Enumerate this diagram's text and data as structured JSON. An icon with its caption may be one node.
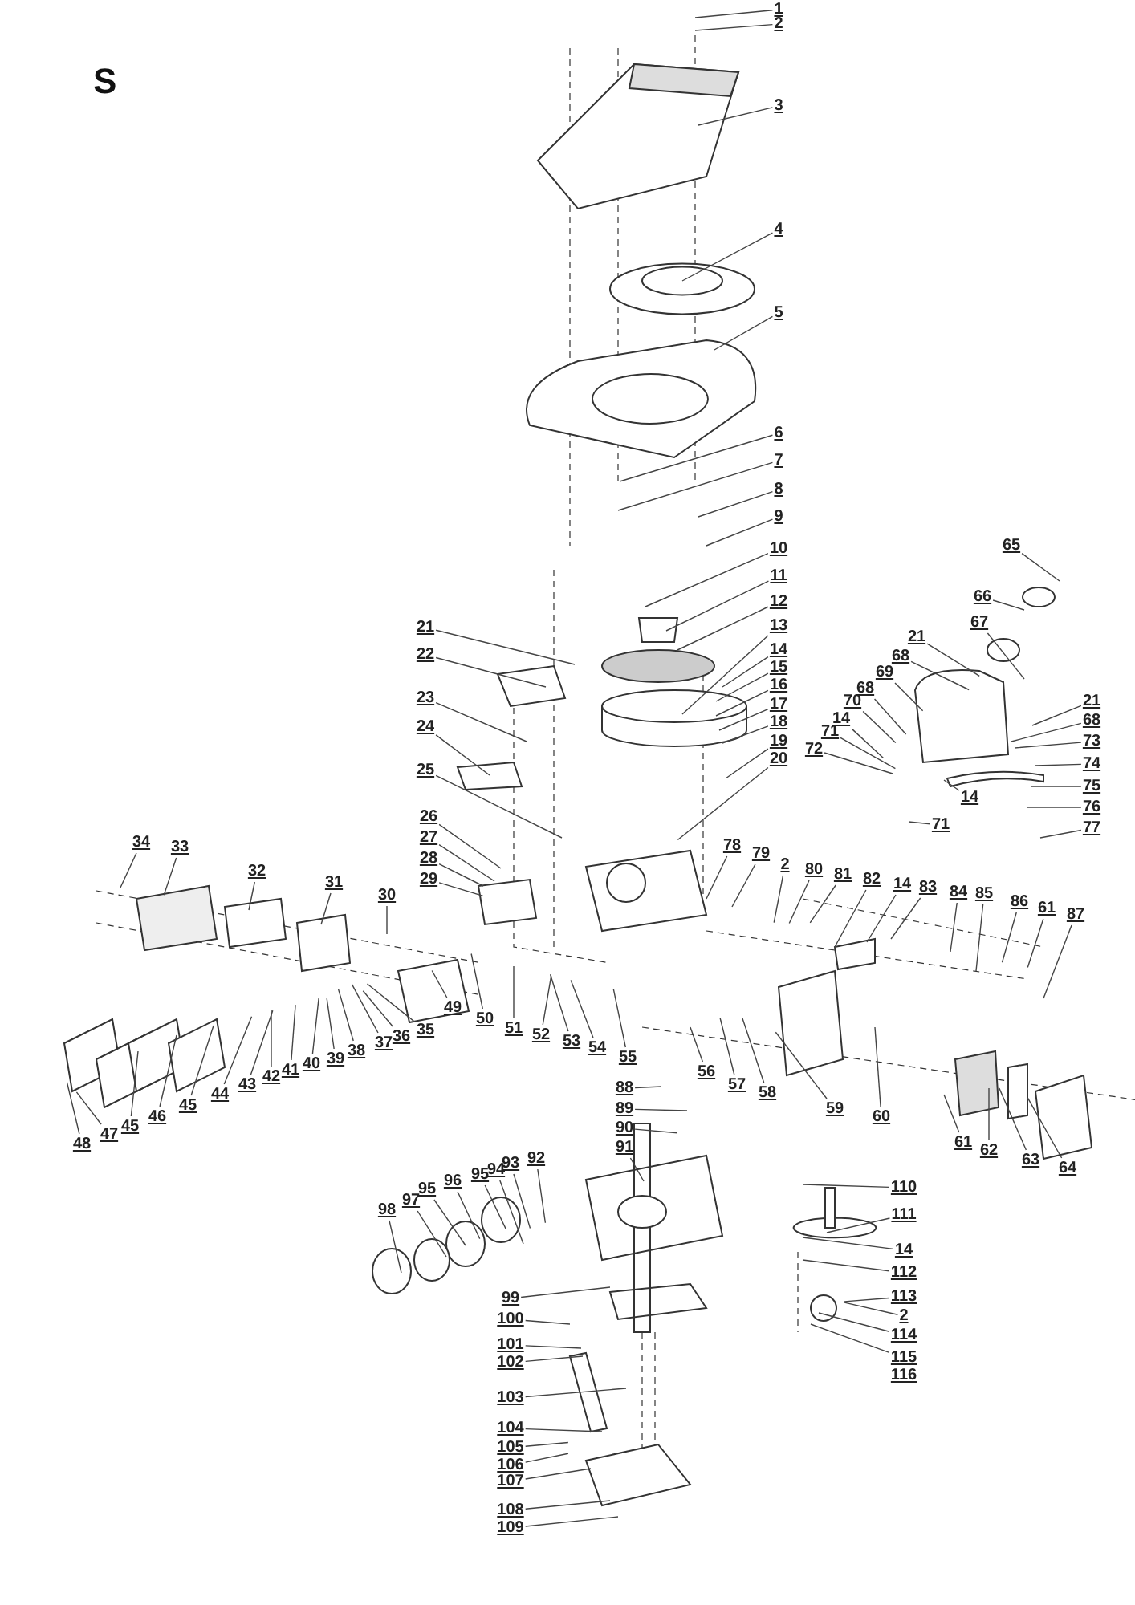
{
  "diagram": {
    "title": "S",
    "nodes": [
      {
        "text": [
          "1"
        ]
      },
      {
        "text": [
          "2"
        ]
      },
      {
        "text": [
          "3"
        ]
      },
      {
        "text": [
          "4"
        ]
      },
      {
        "text": [
          "5"
        ]
      },
      {
        "text": [
          "6"
        ]
      },
      {
        "text": [
          "7"
        ]
      },
      {
        "text": [
          "8"
        ]
      },
      {
        "text": [
          "9"
        ]
      },
      {
        "text": [
          "10"
        ]
      },
      {
        "text": [
          "11"
        ]
      },
      {
        "text": [
          "12"
        ]
      },
      {
        "text": [
          "13"
        ]
      },
      {
        "text": [
          "14"
        ]
      },
      {
        "text": [
          "15"
        ]
      },
      {
        "text": [
          "16"
        ]
      },
      {
        "text": [
          "17"
        ]
      },
      {
        "text": [
          "18"
        ]
      },
      {
        "text": [
          "19"
        ]
      },
      {
        "text": [
          "20"
        ]
      },
      {
        "text": [
          "21"
        ]
      },
      {
        "text": [
          "22"
        ]
      },
      {
        "text": [
          "23"
        ]
      },
      {
        "text": [
          "24"
        ]
      },
      {
        "text": [
          "25"
        ]
      },
      {
        "text": [
          "26"
        ]
      },
      {
        "text": [
          "27"
        ]
      },
      {
        "text": [
          "28"
        ]
      },
      {
        "text": [
          "29"
        ]
      },
      {
        "text": [
          "30"
        ]
      },
      {
        "text": [
          "31"
        ]
      },
      {
        "text": [
          "32"
        ]
      },
      {
        "text": [
          "33"
        ]
      },
      {
        "text": [
          "34"
        ]
      },
      {
        "text": [
          "35"
        ]
      },
      {
        "text": [
          "36"
        ]
      },
      {
        "text": [
          "37"
        ]
      },
      {
        "text": [
          "38"
        ]
      },
      {
        "text": [
          "39"
        ]
      },
      {
        "text": [
          "40"
        ]
      },
      {
        "text": [
          "41"
        ]
      },
      {
        "text": [
          "42"
        ]
      },
      {
        "text": [
          "43"
        ]
      },
      {
        "text": [
          "44"
        ]
      },
      {
        "text": [
          "45"
        ]
      },
      {
        "text": [
          "46"
        ]
      },
      {
        "text": [
          "45"
        ]
      },
      {
        "text": [
          "47"
        ]
      },
      {
        "text": [
          "48"
        ]
      },
      {
        "text": [
          "49"
        ]
      },
      {
        "text": [
          "50"
        ]
      },
      {
        "text": [
          "51"
        ]
      },
      {
        "text": [
          "52"
        ]
      },
      {
        "text": [
          "53"
        ]
      },
      {
        "text": [
          "54"
        ]
      },
      {
        "text": [
          "55"
        ]
      },
      {
        "text": [
          "56"
        ]
      },
      {
        "text": [
          "57"
        ]
      },
      {
        "text": [
          "58"
        ]
      },
      {
        "text": [
          "59"
        ]
      },
      {
        "text": [
          "60"
        ]
      },
      {
        "text": [
          "61"
        ]
      },
      {
        "text": [
          "62"
        ]
      },
      {
        "text": [
          "63"
        ]
      },
      {
        "text": [
          "64"
        ]
      },
      {
        "text": [
          "65"
        ]
      },
      {
        "text": [
          "66"
        ]
      },
      {
        "text": [
          "67"
        ]
      },
      {
        "text": [
          "21"
        ]
      },
      {
        "text": [
          "68"
        ]
      },
      {
        "text": [
          "69"
        ]
      },
      {
        "text": [
          "68"
        ]
      },
      {
        "text": [
          "70"
        ]
      },
      {
        "text": [
          "14"
        ]
      },
      {
        "text": [
          "71"
        ]
      },
      {
        "text": [
          "72"
        ]
      },
      {
        "text": [
          "21"
        ]
      },
      {
        "text": [
          "68"
        ]
      },
      {
        "text": [
          "73"
        ]
      },
      {
        "text": [
          "74"
        ]
      },
      {
        "text": [
          "75"
        ]
      },
      {
        "text": [
          "14"
        ]
      },
      {
        "text": [
          "71"
        ]
      },
      {
        "text": [
          "76"
        ]
      },
      {
        "text": [
          "77"
        ]
      },
      {
        "text": [
          "78"
        ]
      },
      {
        "text": [
          "79"
        ]
      },
      {
        "text": [
          "2"
        ]
      },
      {
        "text": [
          "80"
        ]
      },
      {
        "text": [
          "81"
        ]
      },
      {
        "text": [
          "82"
        ]
      },
      {
        "text": [
          "14"
        ]
      },
      {
        "text": [
          "83"
        ]
      },
      {
        "text": [
          "84"
        ]
      },
      {
        "text": [
          "85"
        ]
      },
      {
        "text": [
          "86"
        ]
      },
      {
        "text": [
          "61"
        ]
      },
      {
        "text": [
          "87"
        ]
      },
      {
        "text": [
          "88"
        ]
      },
      {
        "text": [
          "89"
        ]
      },
      {
        "text": [
          "90"
        ]
      },
      {
        "text": [
          "91"
        ]
      },
      {
        "text": [
          "92"
        ]
      },
      {
        "text": [
          "93"
        ]
      },
      {
        "text": [
          "94"
        ]
      },
      {
        "text": [
          "95"
        ]
      },
      {
        "text": [
          "96"
        ]
      },
      {
        "text": [
          "95"
        ]
      },
      {
        "text": [
          "97"
        ]
      },
      {
        "text": [
          "98"
        ]
      },
      {
        "text": [
          "99"
        ]
      },
      {
        "text": [
          "100"
        ]
      },
      {
        "text": [
          "101"
        ]
      },
      {
        "text": [
          "102"
        ]
      },
      {
        "text": [
          "103"
        ]
      },
      {
        "text": [
          "104"
        ]
      },
      {
        "text": [
          "105"
        ]
      },
      {
        "text": [
          "106"
        ]
      },
      {
        "text": [
          "107"
        ]
      },
      {
        "text": [
          "108"
        ]
      },
      {
        "text": [
          "109"
        ]
      },
      {
        "text": [
          "110"
        ]
      },
      {
        "text": [
          "111"
        ]
      },
      {
        "text": [
          "14"
        ]
      },
      {
        "text": [
          "112"
        ]
      },
      {
        "text": [
          "113"
        ]
      },
      {
        "text": [
          "2"
        ]
      },
      {
        "text": [
          "114"
        ]
      },
      {
        "text": [
          "115"
        ]
      },
      {
        "text": [
          "116"
        ]
      }
    ],
    "edges": [
      {
        "from": 0,
        "to": null,
        "arrow": "none"
      },
      {
        "from": 1,
        "to": null,
        "arrow": "none"
      },
      {
        "from": 2,
        "to": null,
        "arrow": "none"
      },
      {
        "from": 3,
        "to": null,
        "arrow": "none"
      },
      {
        "from": 4,
        "to": null,
        "arrow": "none"
      },
      {
        "from": 5,
        "to": null,
        "arrow": "none"
      },
      {
        "from": 6,
        "to": null,
        "arrow": "none"
      },
      {
        "from": 7,
        "to": null,
        "arrow": "none"
      },
      {
        "from": 8,
        "to": null,
        "arrow": "none"
      },
      {
        "from": 9,
        "to": null,
        "arrow": "none"
      },
      {
        "from": 10,
        "to": null,
        "arrow": "none"
      },
      {
        "from": 11,
        "to": null,
        "arrow": "none"
      },
      {
        "from": 12,
        "to": null,
        "arrow": "none"
      },
      {
        "from": 13,
        "to": null,
        "arrow": "none"
      },
      {
        "from": 14,
        "to": null,
        "arrow": "none"
      },
      {
        "from": 15,
        "to": null,
        "arrow": "none"
      },
      {
        "from": 16,
        "to": null,
        "arrow": "none"
      },
      {
        "from": 17,
        "to": null,
        "arrow": "none"
      },
      {
        "from": 18,
        "to": null,
        "arrow": "none"
      },
      {
        "from": 19,
        "to": null,
        "arrow": "none"
      },
      {
        "from": 20,
        "to": null,
        "arrow": "none"
      },
      {
        "from": 21,
        "to": null,
        "arrow": "none"
      },
      {
        "from": 22,
        "to": null,
        "arrow": "none"
      },
      {
        "from": 23,
        "to": null,
        "arrow": "none"
      },
      {
        "from": 24,
        "to": null,
        "arrow": "none"
      },
      {
        "from": 25,
        "to": null,
        "arrow": "none"
      },
      {
        "from": 26,
        "to": null,
        "arrow": "none"
      },
      {
        "from": 27,
        "to": null,
        "arrow": "none"
      },
      {
        "from": 28,
        "to": null,
        "arrow": "none"
      },
      {
        "from": 29,
        "to": null,
        "arrow": "none"
      },
      {
        "from": 30,
        "to": null,
        "arrow": "none"
      },
      {
        "from": 31,
        "to": null,
        "arrow": "none"
      },
      {
        "from": 32,
        "to": null,
        "arrow": "none"
      },
      {
        "from": 33,
        "to": null,
        "arrow": "none"
      },
      {
        "from": 34,
        "to": null,
        "arrow": "none"
      },
      {
        "from": 35,
        "to": null,
        "arrow": "none"
      },
      {
        "from": 36,
        "to": null,
        "arrow": "none"
      },
      {
        "from": 37,
        "to": null,
        "arrow": "none"
      },
      {
        "from": 38,
        "to": null,
        "arrow": "none"
      },
      {
        "from": 39,
        "to": null,
        "arrow": "none"
      },
      {
        "from": 40,
        "to": null,
        "arrow": "none"
      },
      {
        "from": 41,
        "to": null,
        "arrow": "none"
      },
      {
        "from": 42,
        "to": null,
        "arrow": "none"
      },
      {
        "from": 43,
        "to": null,
        "arrow": "none"
      },
      {
        "from": 44,
        "to": null,
        "arrow": "none"
      },
      {
        "from": 45,
        "to": null,
        "arrow": "none"
      },
      {
        "from": 46,
        "to": null,
        "arrow": "none"
      },
      {
        "from": 47,
        "to": null,
        "arrow": "none"
      },
      {
        "from": 48,
        "to": null,
        "arrow": "none"
      },
      {
        "from": 49,
        "to": null,
        "arrow": "none"
      },
      {
        "from": 50,
        "to": null,
        "arrow": "none"
      },
      {
        "from": 51,
        "to": null,
        "arrow": "none"
      },
      {
        "from": 52,
        "to": null,
        "arrow": "none"
      },
      {
        "from": 53,
        "to": null,
        "arrow": "none"
      },
      {
        "from": 54,
        "to": null,
        "arrow": "none"
      },
      {
        "from": 55,
        "to": null,
        "arrow": "none"
      },
      {
        "from": 56,
        "to": null,
        "arrow": "none"
      },
      {
        "from": 57,
        "to": null,
        "arrow": "none"
      },
      {
        "from": 58,
        "to": null,
        "arrow": "none"
      },
      {
        "from": 59,
        "to": null,
        "arrow": "none"
      },
      {
        "from": 60,
        "to": null,
        "arrow": "none"
      },
      {
        "from": 61,
        "to": null,
        "arrow": "none"
      },
      {
        "from": 62,
        "to": null,
        "arrow": "none"
      },
      {
        "from": 63,
        "to": null,
        "arrow": "none"
      },
      {
        "from": 64,
        "to": null,
        "arrow": "none"
      },
      {
        "from": 65,
        "to": null,
        "arrow": "none"
      },
      {
        "from": 66,
        "to": null,
        "arrow": "none"
      },
      {
        "from": 67,
        "to": null,
        "arrow": "none"
      },
      {
        "from": 68,
        "to": null,
        "arrow": "none"
      },
      {
        "from": 69,
        "to": null,
        "arrow": "none"
      },
      {
        "from": 70,
        "to": null,
        "arrow": "none"
      },
      {
        "from": 71,
        "to": null,
        "arrow": "none"
      },
      {
        "from": 72,
        "to": null,
        "arrow": "none"
      },
      {
        "from": 73,
        "to": null,
        "arrow": "none"
      },
      {
        "from": 74,
        "to": null,
        "arrow": "none"
      },
      {
        "from": 75,
        "to": null,
        "arrow": "none"
      },
      {
        "from": 76,
        "to": null,
        "arrow": "none"
      },
      {
        "from": 77,
        "to": null,
        "arrow": "none"
      },
      {
        "from": 78,
        "to": null,
        "arrow": "none"
      },
      {
        "from": 79,
        "to": null,
        "arrow": "none"
      },
      {
        "from": 80,
        "to": null,
        "arrow": "none"
      },
      {
        "from": 81,
        "to": null,
        "arrow": "none"
      },
      {
        "from": 82,
        "to": null,
        "arrow": "none"
      },
      {
        "from": 83,
        "to": null,
        "arrow": "none"
      },
      {
        "from": 84,
        "to": null,
        "arrow": "none"
      },
      {
        "from": 85,
        "to": null,
        "arrow": "none"
      },
      {
        "from": 86,
        "to": null,
        "arrow": "none"
      },
      {
        "from": 87,
        "to": null,
        "arrow": "none"
      },
      {
        "from": 88,
        "to": null,
        "arrow": "none"
      },
      {
        "from": 89,
        "to": null,
        "arrow": "none"
      },
      {
        "from": 90,
        "to": null,
        "arrow": "none"
      },
      {
        "from": 91,
        "to": null,
        "arrow": "none"
      },
      {
        "from": 92,
        "to": null,
        "arrow": "none"
      },
      {
        "from": 93,
        "to": null,
        "arrow": "none"
      },
      {
        "from": 94,
        "to": null,
        "arrow": "none"
      },
      {
        "from": 95,
        "to": null,
        "arrow": "none"
      },
      {
        "from": 96,
        "to": null,
        "arrow": "none"
      },
      {
        "from": 97,
        "to": null,
        "arrow": "none"
      },
      {
        "from": 98,
        "to": null,
        "arrow": "none"
      },
      {
        "from": 99,
        "to": null,
        "arrow": "none"
      },
      {
        "from": 100,
        "to": null,
        "arrow": "none"
      },
      {
        "from": 101,
        "to": null,
        "arrow": "none"
      },
      {
        "from": 102,
        "to": null,
        "arrow": "none"
      },
      {
        "from": 103,
        "to": null,
        "arrow": "none"
      },
      {
        "from": 104,
        "to": null,
        "arrow": "none"
      },
      {
        "from": 105,
        "to": null,
        "arrow": "none"
      },
      {
        "from": 106,
        "to": null,
        "arrow": "none"
      },
      {
        "from": 107,
        "to": null,
        "arrow": "none"
      },
      {
        "from": 108,
        "to": null,
        "arrow": "none"
      },
      {
        "from": 109,
        "to": null,
        "arrow": "none"
      },
      {
        "from": 110,
        "to": null,
        "arrow": "none"
      },
      {
        "from": 111,
        "to": null,
        "arrow": "none"
      },
      {
        "from": 112,
        "to": null,
        "arrow": "none"
      },
      {
        "from": 113,
        "to": null,
        "arrow": "none"
      },
      {
        "from": 114,
        "to": null,
        "arrow": "none"
      },
      {
        "from": 115,
        "to": null,
        "arrow": "none"
      },
      {
        "from": 116,
        "to": null,
        "arrow": "none"
      },
      {
        "from": 117,
        "to": null,
        "arrow": "none"
      },
      {
        "from": 118,
        "to": null,
        "arrow": "none"
      },
      {
        "from": 119,
        "to": null,
        "arrow": "none"
      },
      {
        "from": 120,
        "to": null,
        "arrow": "none"
      },
      {
        "from": 121,
        "to": null,
        "arrow": "none"
      },
      {
        "from": 122,
        "to": null,
        "arrow": "none"
      },
      {
        "from": 123,
        "to": null,
        "arrow": "none"
      },
      {
        "from": 124,
        "to": null,
        "arrow": "none"
      },
      {
        "from": 125,
        "to": null,
        "arrow": "none"
      },
      {
        "from": 126,
        "to": null,
        "arrow": "none"
      },
      {
        "from": 127,
        "to": null,
        "arrow": "none"
      },
      {
        "from": 128,
        "to": null,
        "arrow": "none"
      }
    ]
  }
}
